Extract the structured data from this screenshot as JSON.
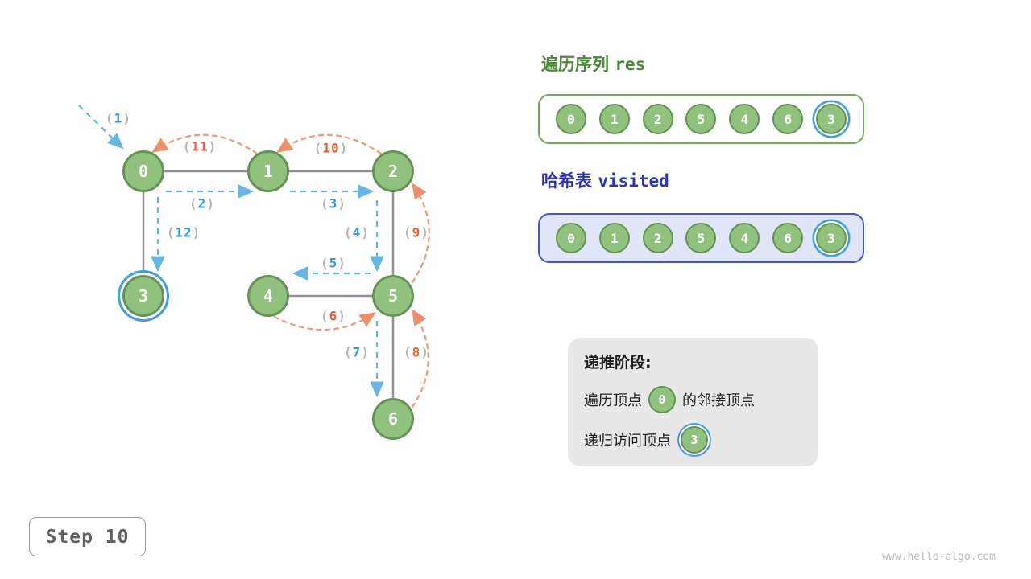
{
  "meta": {
    "step_label": "Step 10",
    "watermark": "www.hello-algo.com"
  },
  "colors": {
    "node_fill": "#90c17d",
    "node_border": "#649455",
    "highlight_ring": "#3d9de5",
    "forward_arrow": "#66b5e6",
    "backtrack_arrow": "#f19a77",
    "forward_num": "#2f9ae0",
    "backtrack_num": "#e4602f",
    "paren": "#b5b5b5",
    "edge": "#909090",
    "res_title": "#4c8a38",
    "res_border": "#79a761",
    "visited_title": "#2832c8",
    "visited_border": "#4553dd",
    "visited_bg": "#e1e5f8",
    "status_panel_bg": "#e8e8e8"
  },
  "graph": {
    "paren_open": "(",
    "paren_close": ")",
    "nodes": [
      {
        "label": "0",
        "highlighted": false
      },
      {
        "label": "1",
        "highlighted": false
      },
      {
        "label": "2",
        "highlighted": false
      },
      {
        "label": "3",
        "highlighted": true
      },
      {
        "label": "4",
        "highlighted": false
      },
      {
        "label": "5",
        "highlighted": false
      },
      {
        "label": "6",
        "highlighted": false
      }
    ],
    "step_labels": [
      {
        "num": "1",
        "type": "forward"
      },
      {
        "num": "11",
        "type": "backtrack"
      },
      {
        "num": "10",
        "type": "backtrack"
      },
      {
        "num": "2",
        "type": "forward"
      },
      {
        "num": "3",
        "type": "forward"
      },
      {
        "num": "12",
        "type": "forward"
      },
      {
        "num": "4",
        "type": "forward"
      },
      {
        "num": "9",
        "type": "backtrack"
      },
      {
        "num": "5",
        "type": "forward"
      },
      {
        "num": "6",
        "type": "backtrack"
      },
      {
        "num": "7",
        "type": "forward"
      },
      {
        "num": "8",
        "type": "backtrack"
      }
    ]
  },
  "res_panel": {
    "title_cjk": "遍历序列",
    "title_latin": "res",
    "items": [
      {
        "label": "0",
        "highlighted": false
      },
      {
        "label": "1",
        "highlighted": false
      },
      {
        "label": "2",
        "highlighted": false
      },
      {
        "label": "5",
        "highlighted": false
      },
      {
        "label": "4",
        "highlighted": false
      },
      {
        "label": "6",
        "highlighted": false
      },
      {
        "label": "3",
        "highlighted": true
      }
    ]
  },
  "visited_panel": {
    "title_cjk": "哈希表",
    "title_latin": "visited",
    "items": [
      {
        "label": "0",
        "highlighted": false
      },
      {
        "label": "1",
        "highlighted": false
      },
      {
        "label": "2",
        "highlighted": false
      },
      {
        "label": "5",
        "highlighted": false
      },
      {
        "label": "4",
        "highlighted": false
      },
      {
        "label": "6",
        "highlighted": false
      },
      {
        "label": "3",
        "highlighted": true
      }
    ]
  },
  "status_panel": {
    "heading": "递推阶段:",
    "line1_prefix": "遍历顶点",
    "line1_node": "0",
    "line1_suffix": "的邻接顶点",
    "line2_prefix": "递归访问顶点",
    "line2_node": "3"
  }
}
